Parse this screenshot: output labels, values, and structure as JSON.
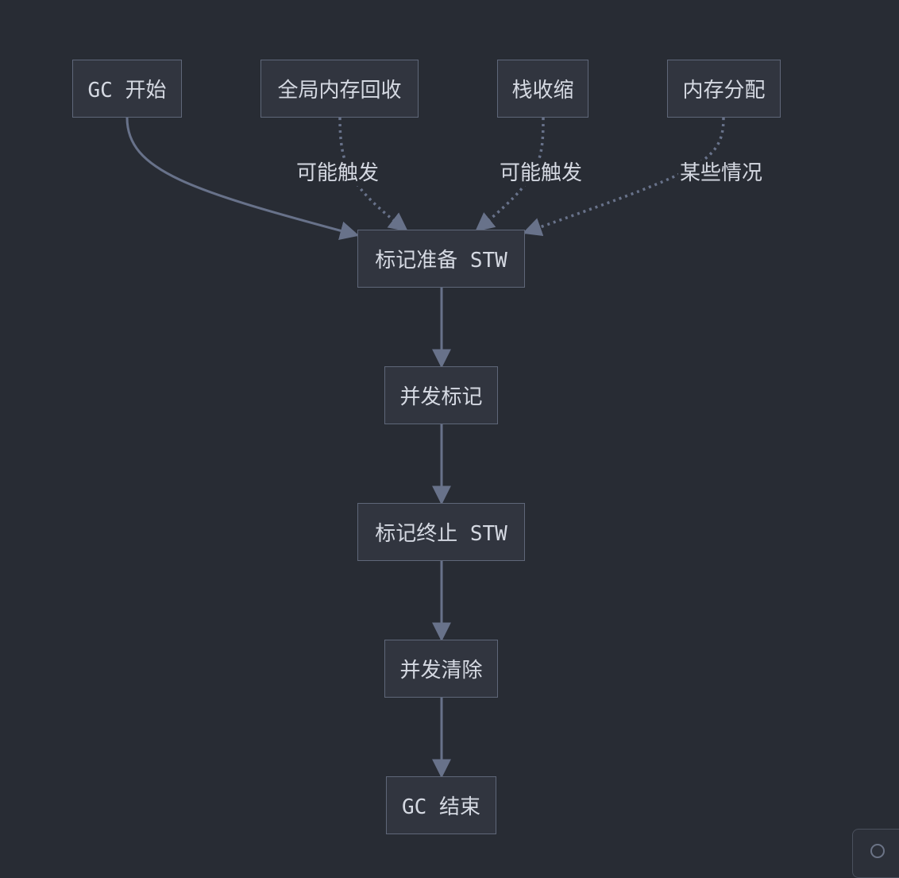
{
  "diagram": {
    "type": "flowchart",
    "colors": {
      "background": "#282c34",
      "node_fill": "#31353f",
      "node_border": "#5f6779",
      "edge": "#68728a",
      "text": "#d5d9e2"
    },
    "nodes": {
      "gc_start": "GC 开始",
      "global_mem_reclaim": "全局内存回收",
      "stack_shrink": "栈收缩",
      "mem_alloc": "内存分配",
      "mark_prepare": "标记准备 STW",
      "concurrent_mark": "并发标记",
      "mark_terminate": "标记终止 STW",
      "concurrent_sweep": "并发清除",
      "gc_end": "GC 结束"
    },
    "edges": [
      {
        "from": "gc_start",
        "to": "mark_prepare",
        "style": "solid",
        "label": ""
      },
      {
        "from": "global_mem_reclaim",
        "to": "mark_prepare",
        "style": "dotted",
        "label": "可能触发"
      },
      {
        "from": "stack_shrink",
        "to": "mark_prepare",
        "style": "dotted",
        "label": "可能触发"
      },
      {
        "from": "mem_alloc",
        "to": "mark_prepare",
        "style": "dotted",
        "label": "某些情况"
      },
      {
        "from": "mark_prepare",
        "to": "concurrent_mark",
        "style": "solid",
        "label": ""
      },
      {
        "from": "concurrent_mark",
        "to": "mark_terminate",
        "style": "solid",
        "label": ""
      },
      {
        "from": "mark_terminate",
        "to": "concurrent_sweep",
        "style": "solid",
        "label": ""
      },
      {
        "from": "concurrent_sweep",
        "to": "gc_end",
        "style": "solid",
        "label": ""
      }
    ]
  }
}
